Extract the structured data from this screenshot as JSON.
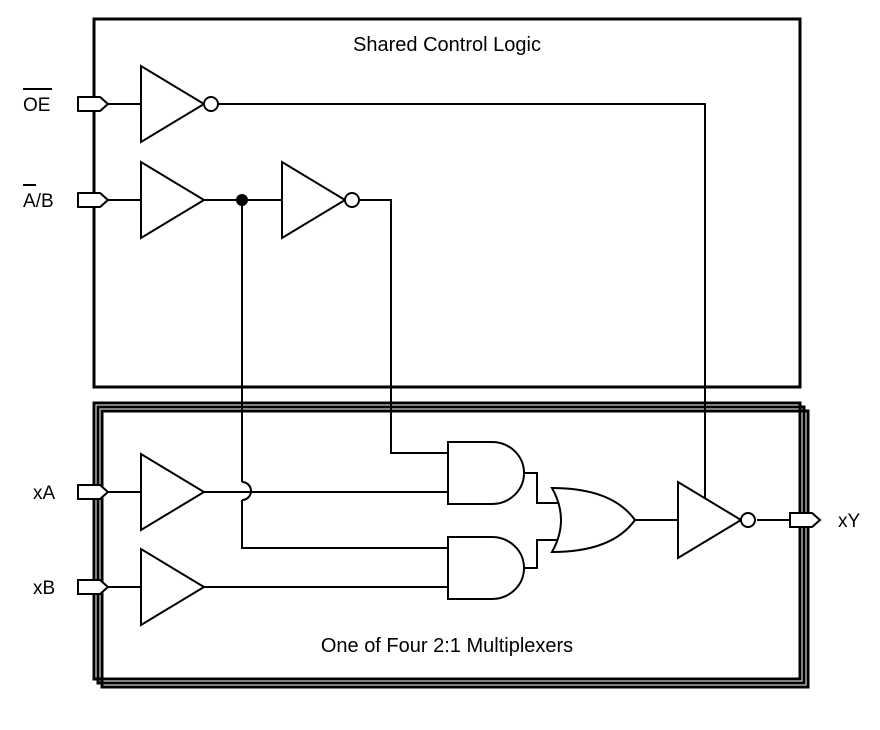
{
  "diagram": {
    "control_title": "Shared Control Logic",
    "mux_title": "One of Four 2:1 Multiplexers",
    "inputs": {
      "oe": "OE",
      "ab_a": "A",
      "ab_rest": "/B",
      "xa": "xA",
      "xb": "xB"
    },
    "output": "xY"
  }
}
